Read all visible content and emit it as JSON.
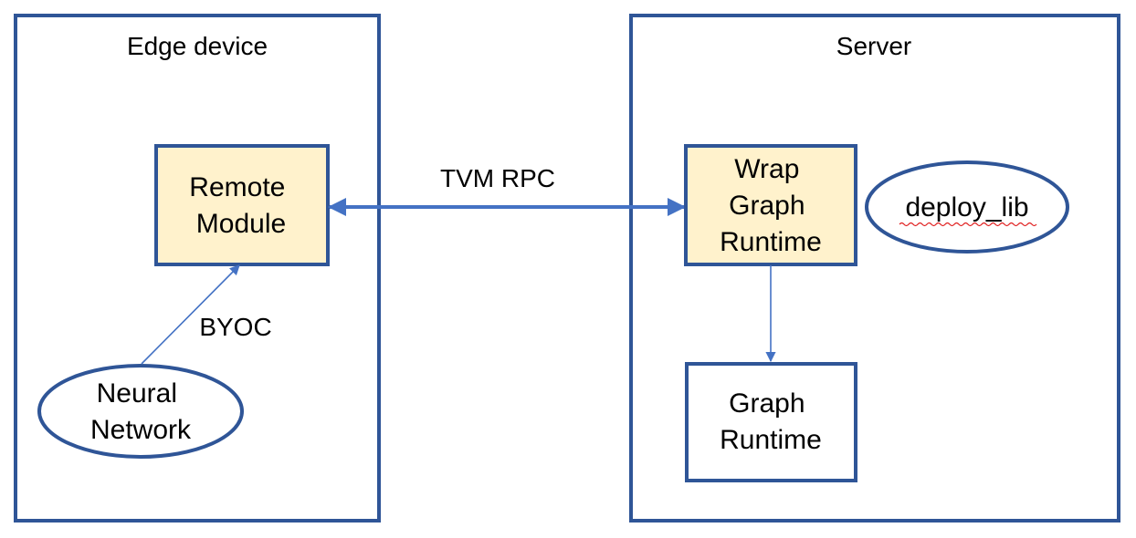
{
  "colors": {
    "stroke": "#2f5597",
    "fill_highlight": "#fff2cc",
    "fill_plain": "#ffffff",
    "arrow": "#4472c4",
    "text": "#000000",
    "spellcheck": "#e02020"
  },
  "edge_device": {
    "title": "Edge device",
    "remote_module": [
      "Remote",
      "Module"
    ],
    "neural_network": [
      "Neural",
      "Network"
    ],
    "byoc_label": "BYOC"
  },
  "connection": {
    "label": "TVM RPC"
  },
  "server": {
    "title": "Server",
    "wrap_graph_runtime": [
      "Wrap",
      "Graph",
      "Runtime"
    ],
    "deploy_lib": "deploy_lib",
    "graph_runtime": [
      "Graph",
      "Runtime"
    ]
  }
}
